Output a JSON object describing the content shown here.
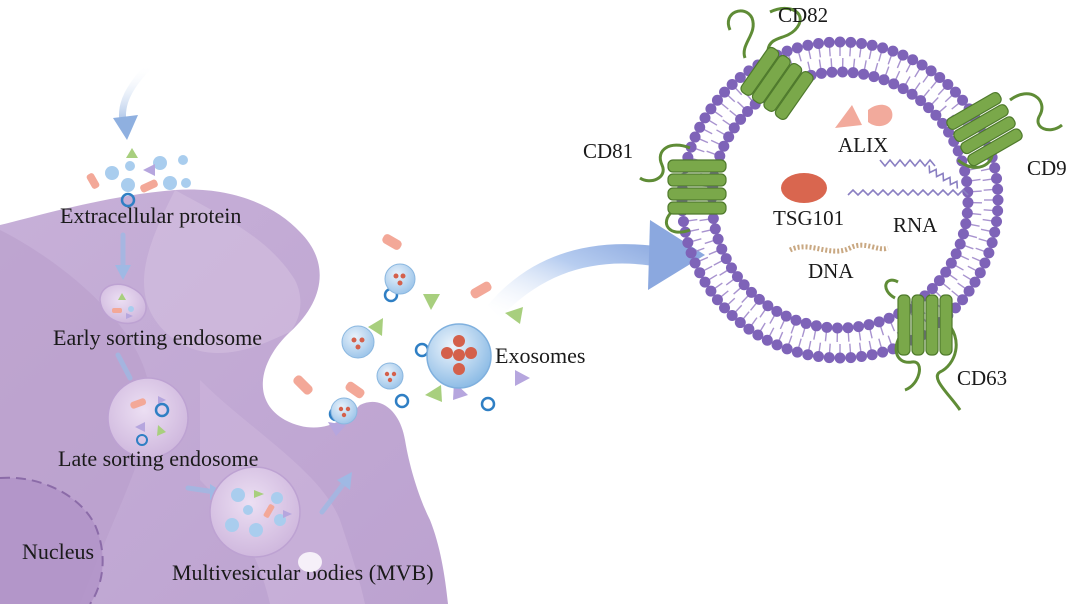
{
  "labels": {
    "extracellular_protein": "Extracellular protein",
    "early_sorting_endosome": "Early sorting endosome",
    "late_sorting_endosome": "Late sorting endosome",
    "multivesicular_bodies": "Multivesicular bodies (MVB)",
    "nucleus": "Nucleus",
    "exosomes": "Exosomes"
  },
  "exosome_components": {
    "cd82": "CD82",
    "cd81": "CD81",
    "cd9": "CD9",
    "cd63": "CD63",
    "alix": "ALIX",
    "tsg101": "TSG101",
    "rna": "RNA",
    "dna": "DNA"
  },
  "colors": {
    "cell_body": "#c9b3d9",
    "cell_dark": "#b79ccd",
    "membrane_head": "#7e63b8",
    "membrane_tail": "#a893cf",
    "tetraspanin": "#7aa84a",
    "tetraspanin_dark": "#4f7a2c",
    "alix": "#f2aa9c",
    "tsg101": "#d9664f",
    "rna": "#8a7fc2",
    "dna": "#c9a882",
    "vesicle": "#a9cdee",
    "arrow": "#8fb0e0",
    "orange_rod": "#f3a898",
    "green_tri": "#a8cf7e",
    "purple_tri": "#b6a6de",
    "blue_ring": "#2f7fc4"
  }
}
